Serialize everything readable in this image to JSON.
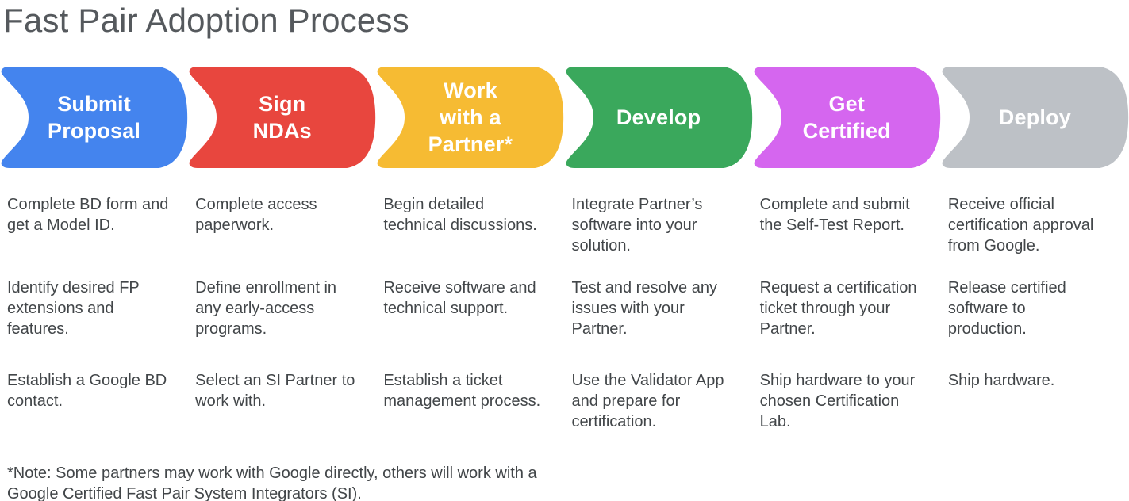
{
  "title": "Fast Pair Adoption Process",
  "note": "*Note: Some partners may work with Google directly, others will work with a\nGoogle Certified Fast Pair System Integrators (SI).",
  "stages": [
    {
      "label": "Submit\nProposal",
      "color": "#4484EE",
      "steps": [
        "Complete BD form and\nget a Model ID.",
        "Identify desired FP\nextensions and\nfeatures.",
        "Establish a Google BD\ncontact."
      ]
    },
    {
      "label": "Sign\nNDAs",
      "color": "#E8463E",
      "steps": [
        "Complete access\npaperwork.",
        "Define enrollment in\nany early-access\nprograms.",
        "Select an SI Partner to\nwork with."
      ]
    },
    {
      "label": "Work\nwith a\nPartner*",
      "color": "#F6BB33",
      "steps": [
        "Begin detailed\ntechnical discussions.",
        "Receive software and\ntechnical support.",
        "Establish a ticket\nmanagement process."
      ]
    },
    {
      "label": "Develop",
      "color": "#3AA85C",
      "steps": [
        "Integrate Partner’s\nsoftware into your\nsolution.",
        "Test and resolve any\nissues with your\nPartner.",
        "Use the Validator App\nand prepare for\ncertification."
      ]
    },
    {
      "label": "Get\nCertified",
      "color": "#D566EF",
      "steps": [
        "Complete and submit\nthe Self-Test Report.",
        "Request a certification\nticket through your\nPartner.",
        "Ship hardware to your\nchosen Certification\nLab."
      ]
    },
    {
      "label": "Deploy",
      "color": "#BDC1C6",
      "steps": [
        "Receive official\ncertification approval\nfrom Google.",
        "Release certified\nsoftware to\nproduction.",
        "Ship hardware."
      ]
    }
  ]
}
